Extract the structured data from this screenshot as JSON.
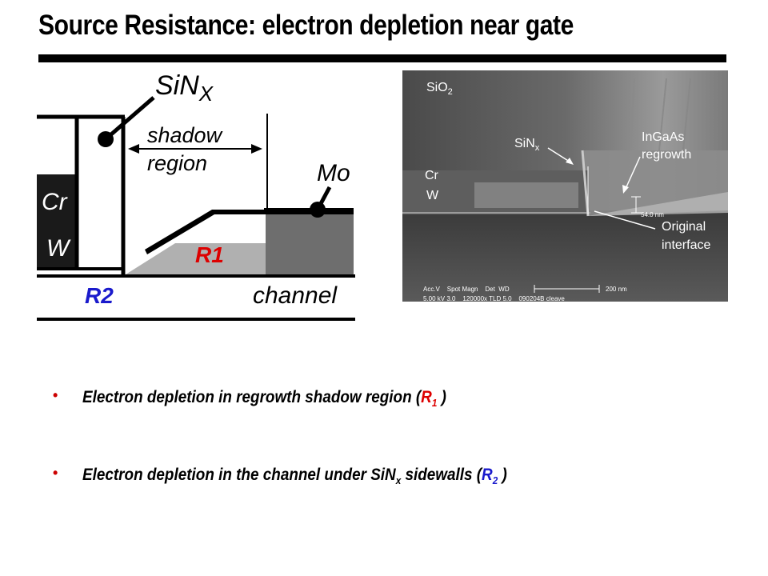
{
  "title": "Source Resistance: electron depletion near gate",
  "diagram": {
    "sinx_main": "SiN",
    "sinx_sub": "X",
    "shadow_line1": "shadow",
    "shadow_line2": "region",
    "mo": "Mo",
    "cr": "Cr",
    "w": "W",
    "r1": "R1",
    "r2": "R2",
    "channel": "channel"
  },
  "sem": {
    "sio2_main": "SiO",
    "sio2_sub": "2",
    "sinx_main": "SiN",
    "sinx_sub": "x",
    "ingaas_line1": "InGaAs",
    "ingaas_line2": "regrowth",
    "cr": "Cr",
    "w": "W",
    "measure": "54.0 nm",
    "original_line1": "Original",
    "original_line2": "interface",
    "info_header": "Acc.V    Spot Magn    Det  WD",
    "info_values": "5.00 kV 3.0    120000x TLD 5.0    090204B cleave",
    "scale": "200 nm"
  },
  "bullets": [
    {
      "text": "Electron depletion in regrowth shadow region (",
      "ref_main": "R",
      "ref_sub": "1",
      "end": " )"
    },
    {
      "text": "Electron depletion in the channel under SiN",
      "text_sub": "x",
      "text2": " sidewalls (",
      "ref_main": "R",
      "ref_sub": "2",
      "end": " )"
    }
  ],
  "colors": {
    "r1": "#dd0000",
    "r2": "#1a1acc",
    "bullet": "#cc0000"
  }
}
